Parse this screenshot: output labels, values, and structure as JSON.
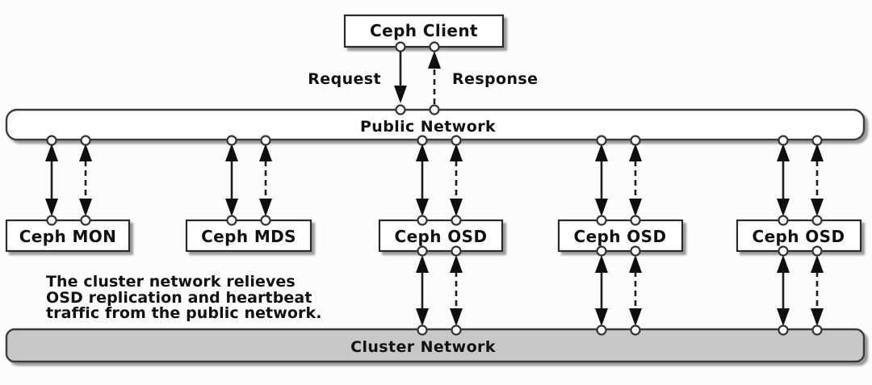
{
  "client": {
    "label": "Ceph Client"
  },
  "flows": {
    "request": "Request",
    "response": "Response"
  },
  "public_network": {
    "label": "Public Network"
  },
  "cluster_network": {
    "label": "Cluster Network"
  },
  "nodes": [
    {
      "label": "Ceph MON"
    },
    {
      "label": "Ceph MDS"
    },
    {
      "label": "Ceph OSD"
    },
    {
      "label": "Ceph OSD"
    },
    {
      "label": "Ceph OSD"
    }
  ],
  "annotation": {
    "line1": "The cluster network relieves",
    "line2": "OSD replication and heartbeat",
    "line3": "traffic from the public network."
  },
  "link_styles": {
    "solid_line": "request / outbound traffic",
    "dashed_line": "response / return traffic"
  },
  "colors": {
    "stroke": "#1e1e1e",
    "text": "#111111",
    "node_fill": "#ffffff",
    "public_fill": "#ffffff",
    "cluster_fill": "#c8c8c8",
    "shadow": "#8a8a8a",
    "background": "#fcfcfc"
  }
}
